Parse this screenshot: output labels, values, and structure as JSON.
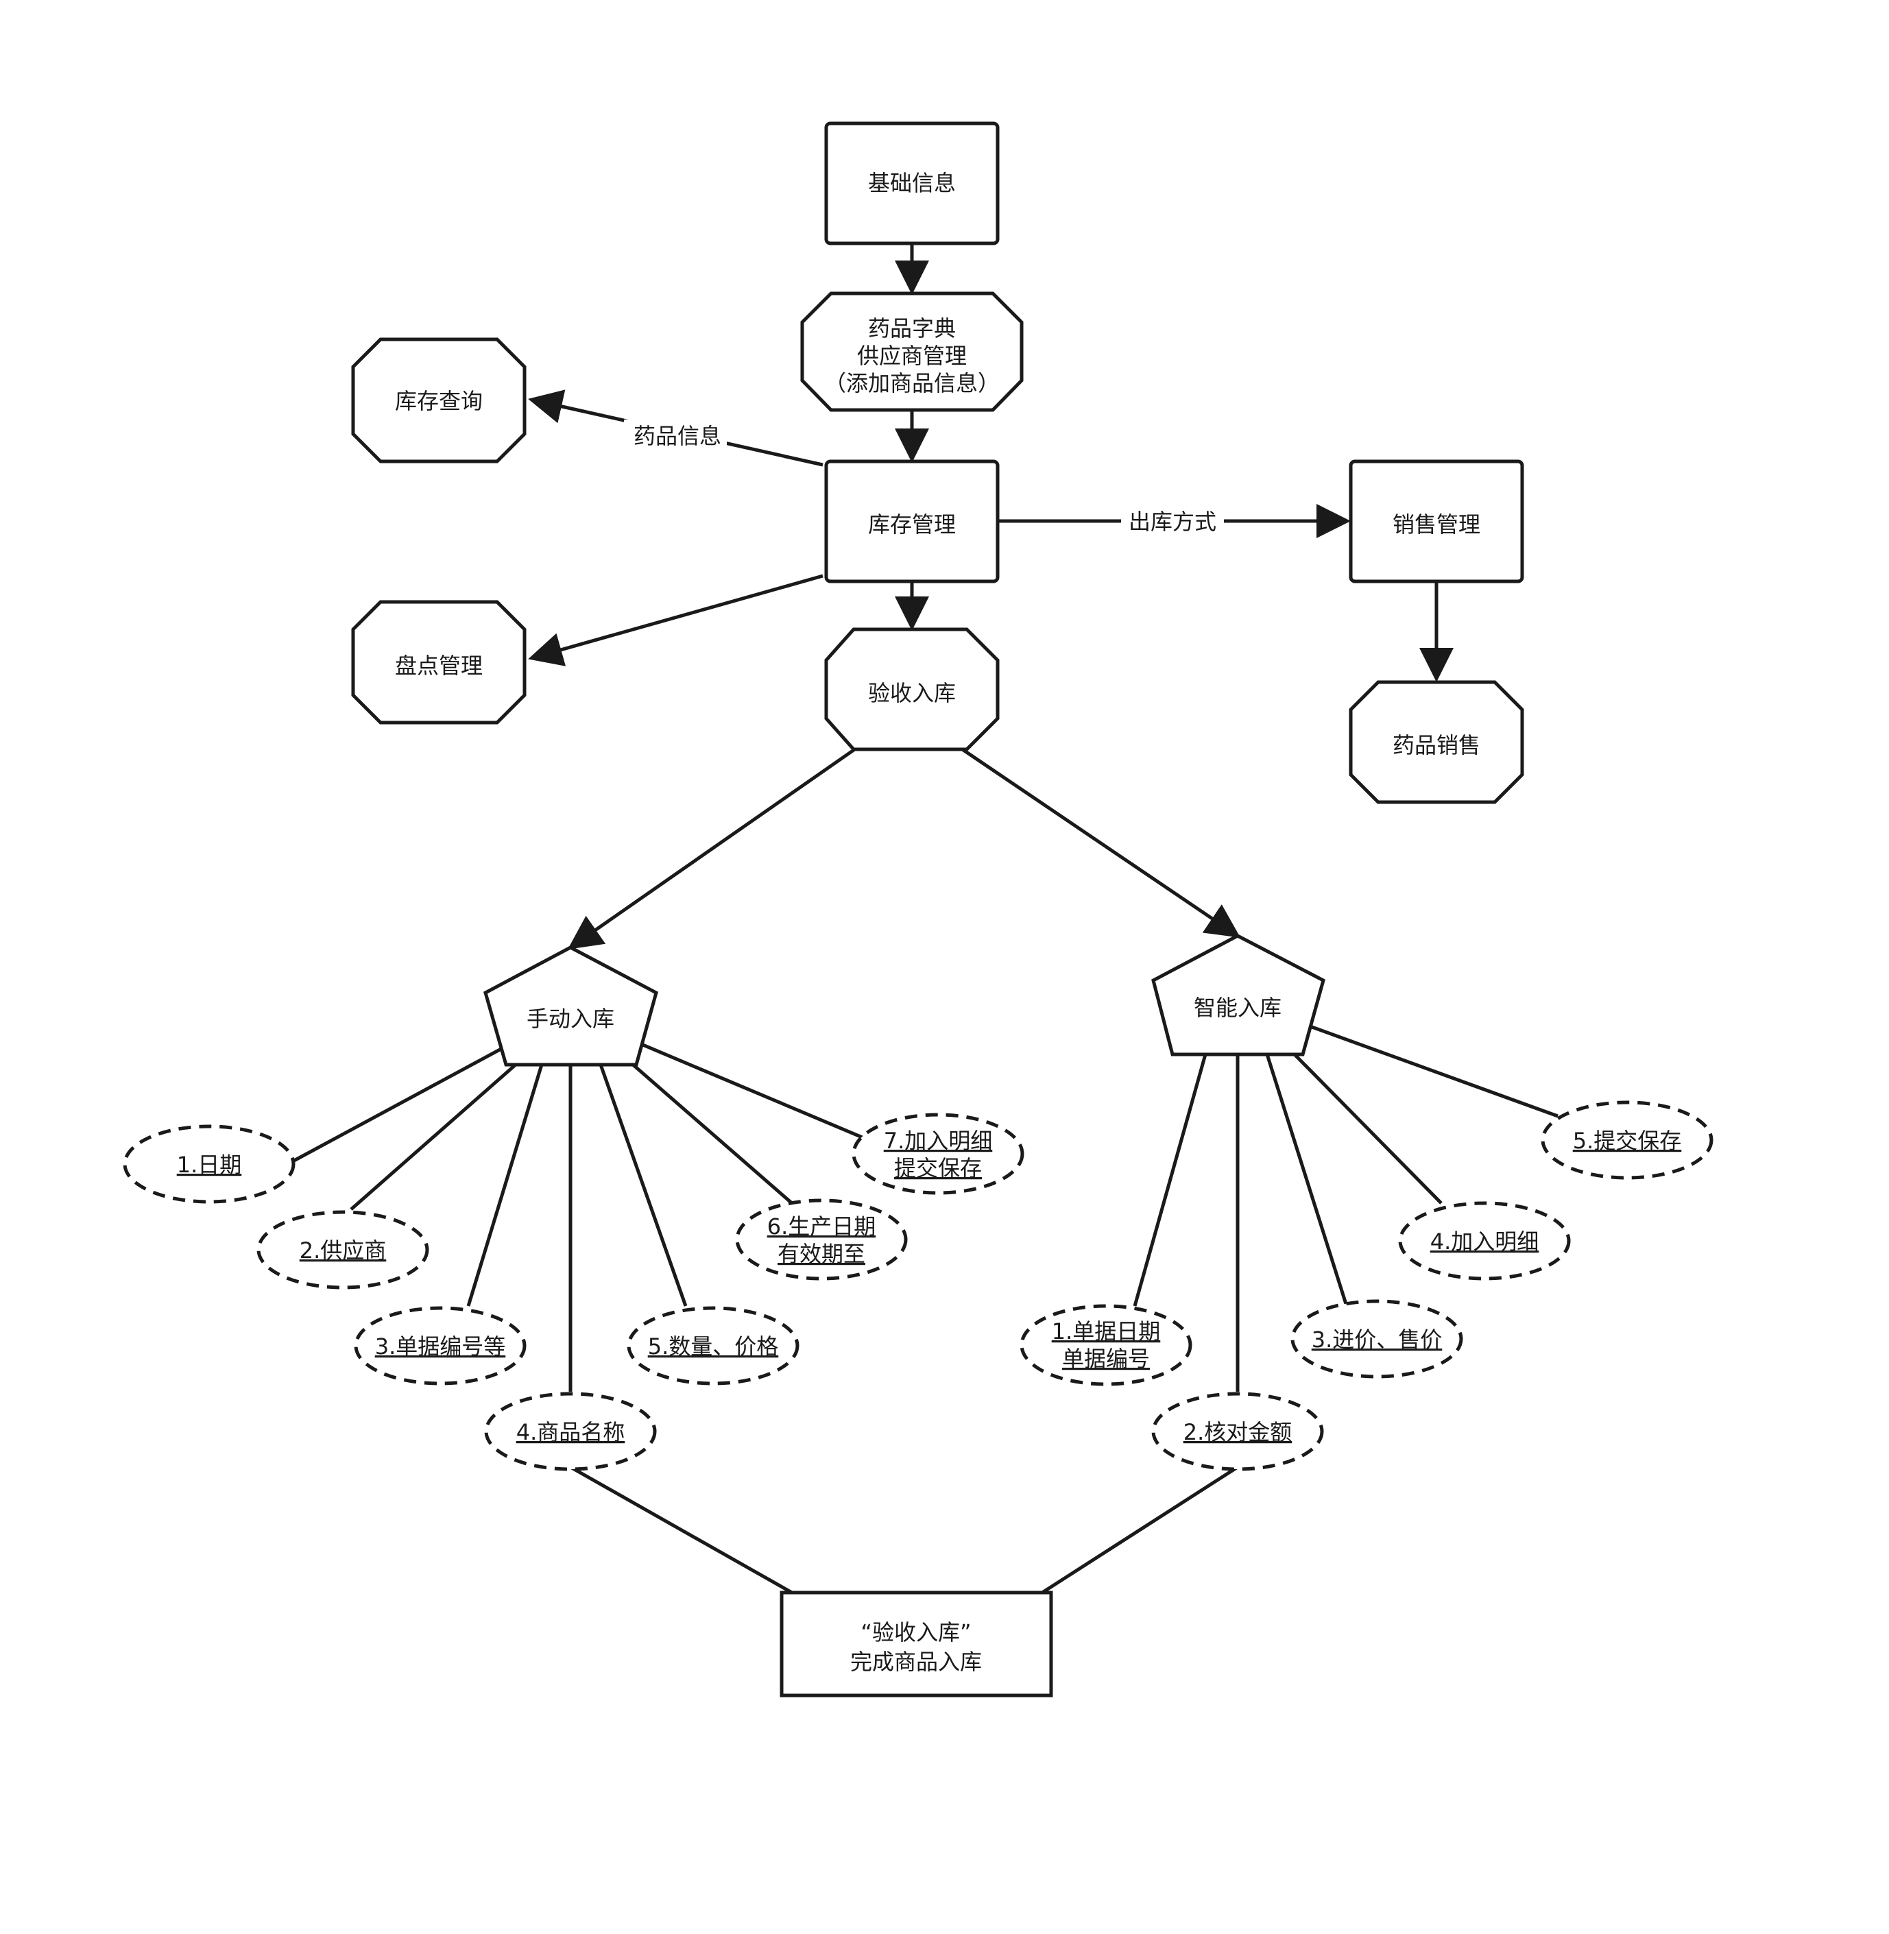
{
  "nodes": {
    "basic_info": "基础信息",
    "drug_dict": [
      "药品字典",
      "供应商管理",
      "（添加商品信息）"
    ],
    "inventory_query": "库存查询",
    "inventory_mgmt": "库存管理",
    "stocktake_mgmt": "盘点管理",
    "sales_mgmt": "销售管理",
    "drug_sales": "药品销售",
    "receiving": "验收入库",
    "manual_in": "手动入库",
    "smart_in": "智能入库",
    "done": [
      "“验收入库”",
      "完成商品入库"
    ]
  },
  "edge_labels": {
    "drug_info": "药品信息",
    "outbound_mode": "出库方式"
  },
  "manual_steps": {
    "s1": [
      "1.日期"
    ],
    "s2": [
      "2.供应商"
    ],
    "s3": [
      "3.单据编号等"
    ],
    "s4": [
      "4.商品名称"
    ],
    "s5": [
      "5.数量、价格"
    ],
    "s6": [
      "6.生产日期",
      "有效期至"
    ],
    "s7": [
      "7.加入明细",
      "提交保存"
    ]
  },
  "smart_steps": {
    "s1": [
      "1.单据日期",
      "单据编号"
    ],
    "s2": [
      "2.核对金额"
    ],
    "s3": [
      "3.进价、售价"
    ],
    "s4": [
      "4.加入明细"
    ],
    "s5": [
      "5.提交保存"
    ]
  }
}
